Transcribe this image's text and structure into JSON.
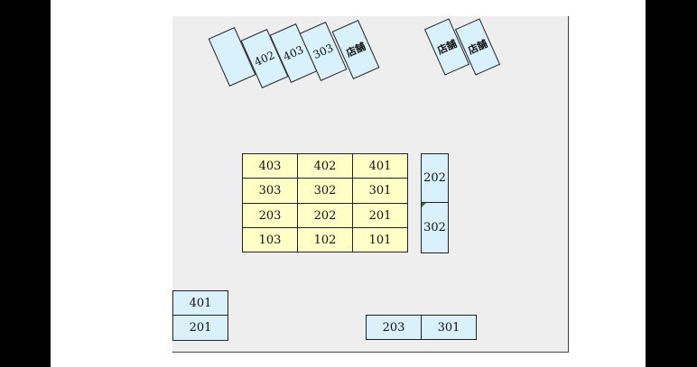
{
  "colors": {
    "background": "#000000",
    "page": "#ffffff",
    "lot": "#eeeeee",
    "unit_yellow": "#ffffc6",
    "unit_blue": "#d9f1fb",
    "border": "#222222"
  },
  "top_left_building": [
    "",
    "402",
    "403",
    "303",
    "店舗"
  ],
  "top_right_building": [
    "店舗",
    "店舗"
  ],
  "center_building": {
    "rows": [
      [
        "403",
        "402",
        "401"
      ],
      [
        "303",
        "302",
        "301"
      ],
      [
        "203",
        "202",
        "201"
      ],
      [
        "103",
        "102",
        "101"
      ]
    ]
  },
  "right_building": [
    "202",
    "302"
  ],
  "bottom_left_building": [
    "401",
    "201"
  ],
  "bottom_right_building": [
    "203",
    "301"
  ]
}
